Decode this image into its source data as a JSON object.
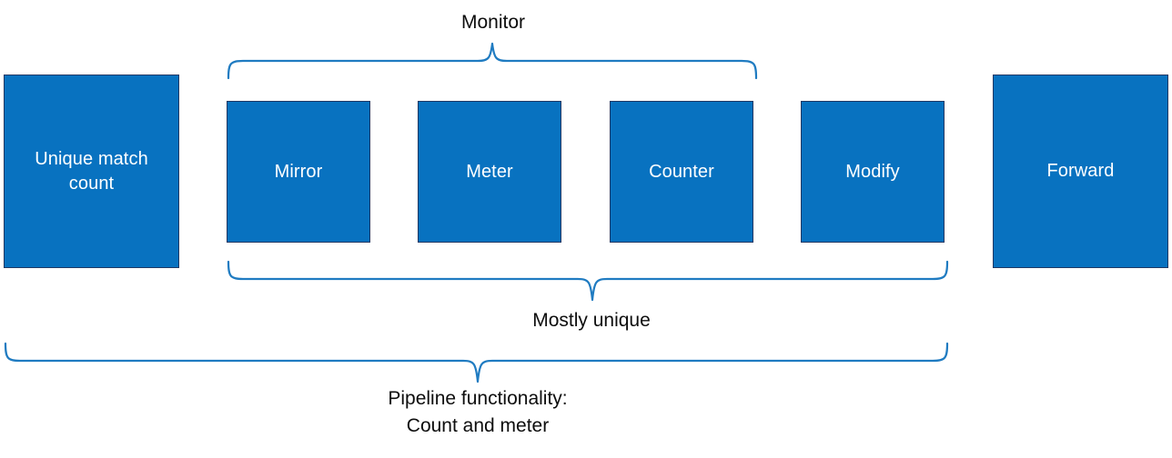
{
  "diagram": {
    "title_colors": {
      "box_fill": "#0872C0",
      "box_border": "#1F3864",
      "box_text": "#FFFFFF",
      "brace_stroke": "#1F7BC1",
      "caption_text": "#0D0D0D",
      "background": "#FFFFFF"
    },
    "boxes": [
      {
        "id": "unique-match-count",
        "label": "Unique match\ncount"
      },
      {
        "id": "mirror",
        "label": "Mirror"
      },
      {
        "id": "meter",
        "label": "Meter"
      },
      {
        "id": "counter",
        "label": "Counter"
      },
      {
        "id": "modify",
        "label": "Modify"
      },
      {
        "id": "forward",
        "label": "Forward"
      }
    ],
    "braces": [
      {
        "id": "monitor-brace",
        "label": "Monitor",
        "direction": "up",
        "covers": [
          "Mirror",
          "Meter",
          "Counter"
        ]
      },
      {
        "id": "mostly-unique-brace",
        "label": "Mostly unique",
        "direction": "down",
        "covers": [
          "Mirror",
          "Meter",
          "Counter",
          "Modify"
        ]
      },
      {
        "id": "pipeline-brace",
        "label": "Pipeline functionality:\nCount and meter",
        "direction": "down",
        "covers": [
          "Unique match count",
          "Mirror",
          "Meter",
          "Counter",
          "Modify"
        ]
      }
    ]
  }
}
